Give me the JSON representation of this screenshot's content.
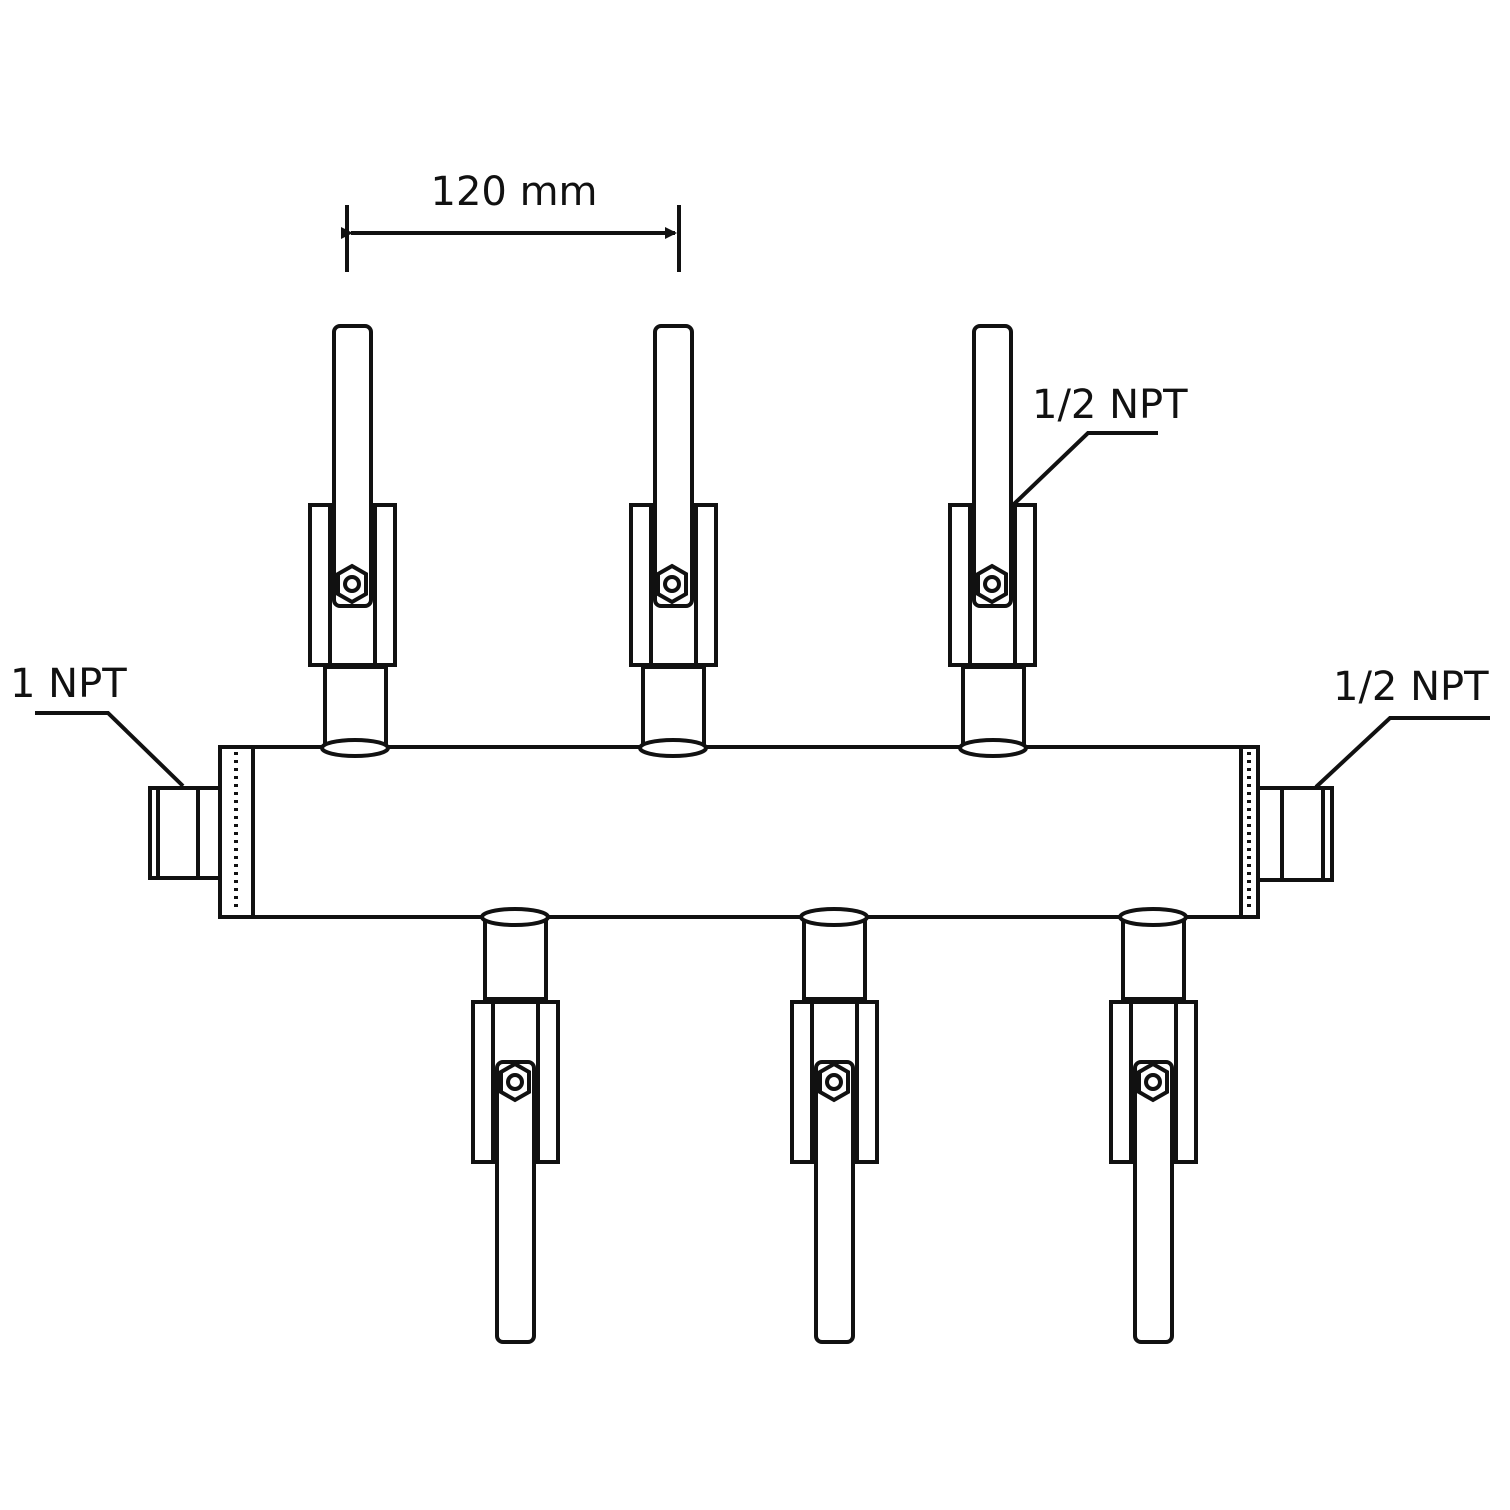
{
  "dimension": {
    "label": "120 mm"
  },
  "labels": {
    "inlet": "1 NPT",
    "outlet_end": "1/2 NPT",
    "branch": "1/2 NPT"
  },
  "colors": {
    "line": "#111111",
    "background": "#ffffff"
  },
  "branches": {
    "top_count": 3,
    "bottom_count": 3
  }
}
